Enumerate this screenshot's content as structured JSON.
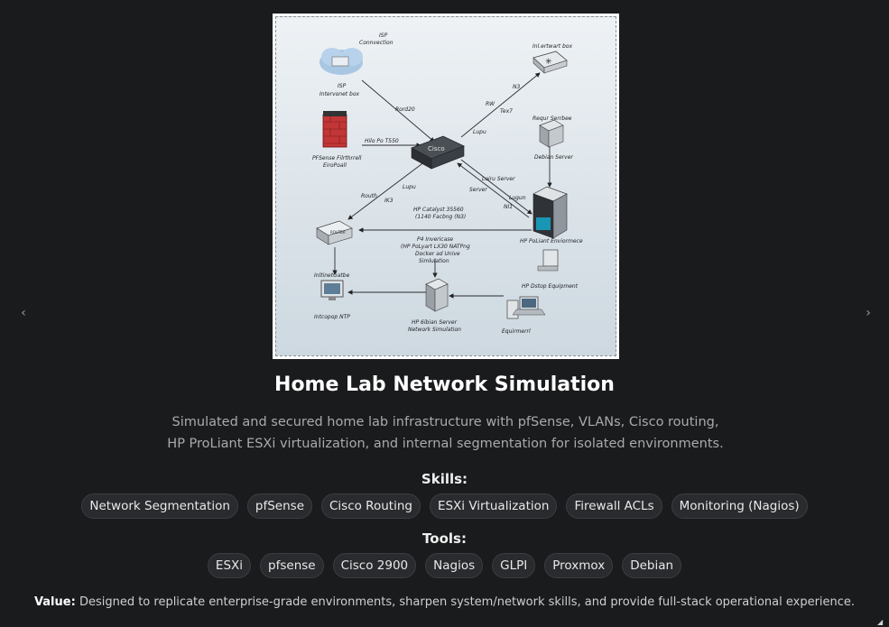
{
  "nav": {
    "prev_icon": "chevron-left-icon",
    "next_icon": "chevron-right-icon",
    "prev_glyph": "‹",
    "next_glyph": "›"
  },
  "diagram": {
    "labels": {
      "isp_conn": "ISP\nConnvection",
      "isp_box": "ISP\nIntervonet box",
      "inter_box": "Inl.ertwart box",
      "pfsense": "PFSense Filrthrrell\nEiroPoall",
      "cisco_text": "Cisco",
      "router_text": "ROUTER",
      "req_server": "Requr Serrbee",
      "debian": "Debian Server",
      "hp_proliant": "HP PoLiant Enviormece",
      "hp_desktop": "HP Dstop Equipment",
      "equip": "Equirmerrl",
      "hp_server": "HP 6ibian Server\nNetwork Simulation",
      "intercop": "Intcopop NTP",
      "intinet": "InltinetGatbe",
      "hp_catalyst": "HP Catalyst 35560\n(1140 Facbng (N3)",
      "p4": "P4 Invericase\n(HP PoLyart LX30 NATPng\nDocker ad Unive\nSimlulation",
      "rord20": "Rord20",
      "hilo": "Hilo Po T550",
      "rw": "RW",
      "n3": "N3",
      "tex7": "Tex7",
      "lupu1": "Lupu",
      "loiru": "Loiru Server",
      "server": "Server",
      "lupu2": "Lupu",
      "routh": "Routh",
      "ik3": "IK3",
      "lugun": "Lugun",
      "ni1": "NI1"
    }
  },
  "project": {
    "title": "Home Lab Network Simulation",
    "description": "Simulated and secured home lab infrastructure with pfSense, VLANs, Cisco routing, HP ProLiant ESXi virtualization, and internal segmentation for isolated environments.",
    "skills_label": "Skills:",
    "skills": [
      "Network Segmentation",
      "pfSense",
      "Cisco Routing",
      "ESXi Virtualization",
      "Firewall ACLs",
      "Monitoring (Nagios)"
    ],
    "tools_label": "Tools:",
    "tools": [
      "ESXi",
      "pfsense",
      "Cisco 2900",
      "Nagios",
      "GLPI",
      "Proxmox",
      "Debian"
    ],
    "value_label": "Value:",
    "value_text": "Designed to replicate enterprise-grade environments, sharpen system/network skills, and provide full-stack operational experience."
  },
  "colors": {
    "background": "#1a1b1d",
    "chip_bg": "#2a2b2e",
    "chip_border": "#3b3d40",
    "muted_text": "#a9aaac"
  }
}
